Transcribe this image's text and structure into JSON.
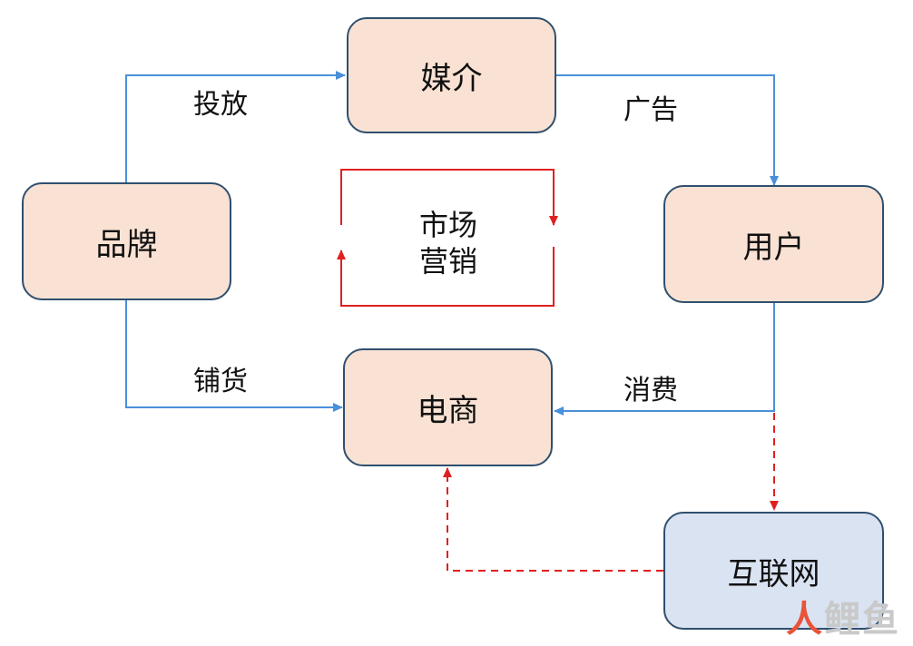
{
  "nodes": {
    "brand": "品牌",
    "media": "媒介",
    "user": "用户",
    "ecommerce": "电商",
    "internet": "互联网"
  },
  "edges": {
    "brand_to_media": "投放",
    "media_to_user": "广告",
    "brand_to_ecommerce": "铺货",
    "user_to_ecommerce": "消费"
  },
  "center": {
    "line1": "市场",
    "line2": "营销"
  },
  "watermark": {
    "part1": "人",
    "part2": "鲤鱼"
  },
  "colors": {
    "node_fill": "#f9e2d3",
    "node_fill_internet": "#dae3f2",
    "node_border": "#2f4f6f",
    "blue_arrow": "#4a90d9",
    "red_arrow": "#e02020"
  }
}
